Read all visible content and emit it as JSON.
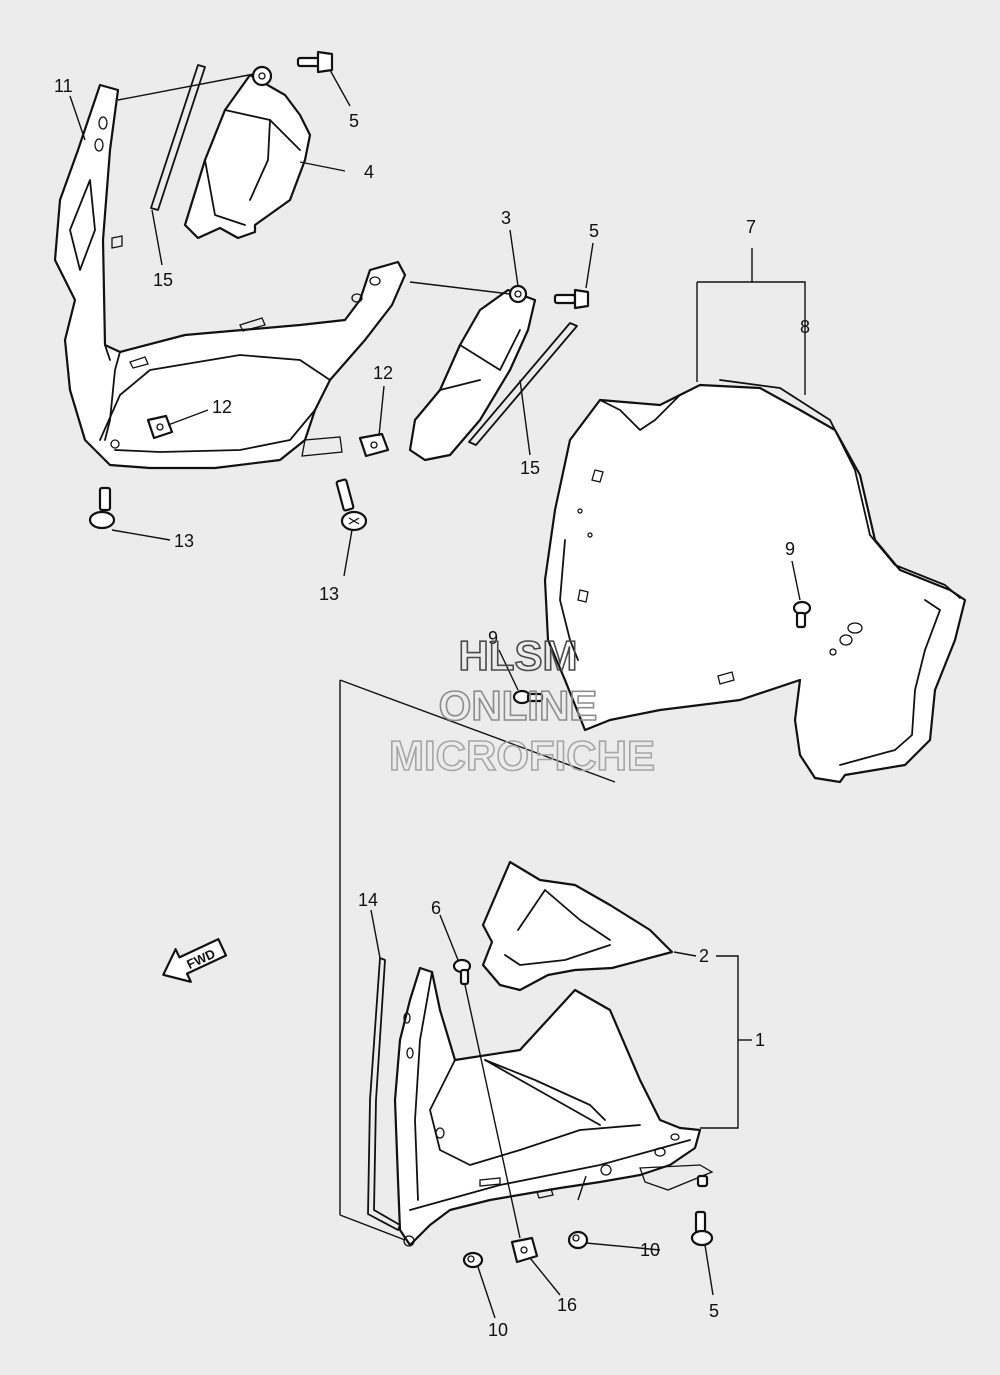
{
  "watermark": {
    "line1": "HLSM",
    "line2": "ONLINE",
    "line3": "MICROFICHE"
  },
  "direction_marker": {
    "label": "FWD",
    "icon": "forward-arrow-icon"
  },
  "callouts": [
    {
      "id": "c11a",
      "label": "11"
    },
    {
      "id": "c5a",
      "label": "5"
    },
    {
      "id": "c4",
      "label": "4"
    },
    {
      "id": "c15a",
      "label": "15"
    },
    {
      "id": "c3",
      "label": "3"
    },
    {
      "id": "c5b",
      "label": "5"
    },
    {
      "id": "c7",
      "label": "7"
    },
    {
      "id": "c8",
      "label": "8"
    },
    {
      "id": "c12a",
      "label": "12"
    },
    {
      "id": "c12b",
      "label": "12"
    },
    {
      "id": "c15b",
      "label": "15"
    },
    {
      "id": "c13a",
      "label": "13"
    },
    {
      "id": "c13b",
      "label": "13"
    },
    {
      "id": "c9a",
      "label": "9"
    },
    {
      "id": "c9b",
      "label": "9"
    },
    {
      "id": "c14",
      "label": "14"
    },
    {
      "id": "c6",
      "label": "6"
    },
    {
      "id": "c2",
      "label": "2"
    },
    {
      "id": "c1",
      "label": "1"
    },
    {
      "id": "c10a",
      "label": "10"
    },
    {
      "id": "c10b",
      "label": "10"
    },
    {
      "id": "c16",
      "label": "16"
    },
    {
      "id": "c5c",
      "label": "5"
    }
  ],
  "colors": {
    "background": "#ececec",
    "line": "#111111",
    "part": "#ffffff",
    "watermark": "#9a9a9a"
  }
}
